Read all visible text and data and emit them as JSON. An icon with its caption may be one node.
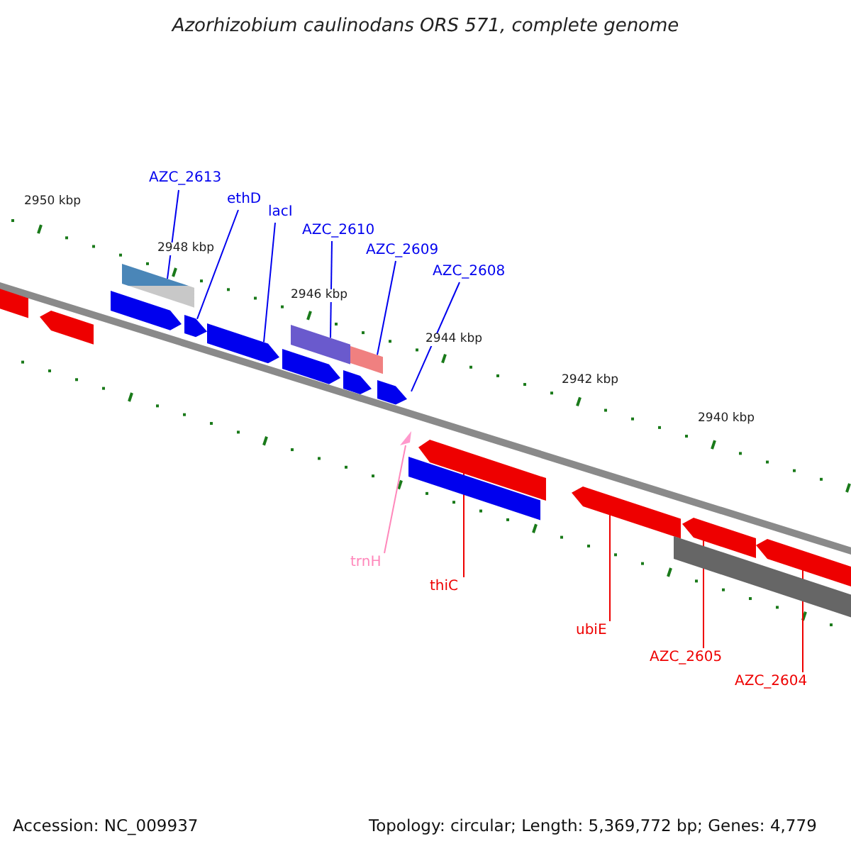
{
  "diagram": {
    "title": "Azorhizobium caulinodans ORS 571, complete genome",
    "nodes": [
      {
        "text": [
          "AZC_2613"
        ]
      },
      {
        "text": [
          "ethD"
        ]
      },
      {
        "text": [
          "lacI"
        ]
      },
      {
        "text": [
          "AZC_2610"
        ]
      },
      {
        "text": [
          "AZC_2609"
        ]
      },
      {
        "text": [
          "AZC_2608"
        ]
      },
      {
        "text": [
          "trnH"
        ]
      },
      {
        "text": [
          "thiC"
        ]
      },
      {
        "text": [
          "ubiE"
        ]
      },
      {
        "text": [
          "AZC_2605"
        ]
      },
      {
        "text": [
          "AZC_2604"
        ]
      },
      {
        "text": [],
        "shape": "arrow"
      },
      {
        "text": [],
        "shape": "arrow"
      },
      {
        "text": [],
        "shape": "bar"
      },
      {
        "text": [],
        "shape": "arrow"
      },
      {
        "text": [],
        "shape": "arrow"
      },
      {
        "text": [],
        "shape": "arrow"
      },
      {
        "text": [],
        "shape": "bar"
      },
      {
        "text": [],
        "shape": "arrow"
      },
      {
        "text": [],
        "shape": "bar"
      },
      {
        "text": [],
        "shape": "arrow"
      },
      {
        "text": [],
        "shape": "arrow"
      },
      {
        "text": [],
        "shape": "triangle"
      },
      {
        "text": [],
        "shape": "arrow"
      },
      {
        "text": [],
        "shape": "bar"
      },
      {
        "text": [],
        "shape": "arrow"
      },
      {
        "text": [],
        "shape": "bar"
      },
      {
        "text": [],
        "shape": "arrow"
      },
      {
        "text": [],
        "shape": "arrow"
      }
    ],
    "edges": [
      {
        "from": 0,
        "to": 13,
        "arrow": "none"
      },
      {
        "from": 1,
        "to": 15,
        "arrow": "none"
      },
      {
        "from": 2,
        "to": 16,
        "arrow": "none"
      },
      {
        "from": 3,
        "to": 17,
        "arrow": "none"
      },
      {
        "from": 4,
        "to": 19,
        "arrow": "none"
      },
      {
        "from": 5,
        "to": 21,
        "arrow": "none"
      },
      {
        "from": 6,
        "to": 22,
        "arrow": "none",
        "color": "#ff88bb"
      },
      {
        "from": 7,
        "to": 23,
        "arrow": "none",
        "color": "#ee0000"
      },
      {
        "from": 8,
        "to": 25,
        "arrow": "none",
        "color": "#ee0000"
      },
      {
        "from": 9,
        "to": 27,
        "arrow": "none",
        "color": "#ee0000"
      },
      {
        "from": 10,
        "to": 28,
        "arrow": "none",
        "color": "#ee0000"
      }
    ],
    "labels": [
      "2950 kbp",
      "2948 kbp",
      "2946 kbp",
      "2944 kbp",
      "2942 kbp",
      "2940 kbp",
      "Accession: NC_009937",
      "Topology: circular; Length: 5,369,772 bp; Genes: 4,779"
    ]
  }
}
